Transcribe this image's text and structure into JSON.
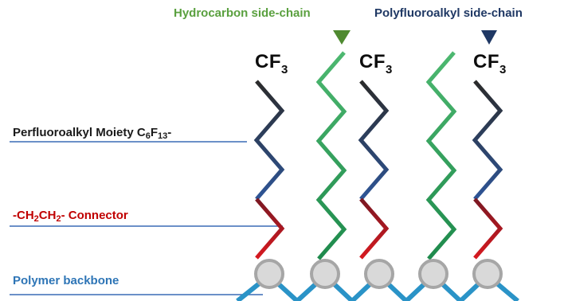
{
  "labels": {
    "hydrocarbon_side_chain": "Hydrocarbon side-chain",
    "polyfluoroalkyl_side_chain": "Polyfluoroalkyl side-chain",
    "perfluoroalkyl_moiety": {
      "text": "Perfluoroalkyl Moiety C",
      "sub1": "6",
      "mid": "F",
      "sub2": "13",
      "tail": "-"
    },
    "connector": {
      "prefix": "-CH",
      "sub1": "2",
      "mid": "CH",
      "sub2": "2",
      "tail": "- Connector"
    },
    "polymer_backbone": "Polymer backbone"
  },
  "cf3": {
    "text": "CF",
    "sub": "3"
  },
  "colors": {
    "hydrocarbon_label": "#5aa03f",
    "polyfluoroalkyl_label": "#1f3864",
    "moiety_label": "#1a1a1a",
    "connector_label": "#c00000",
    "backbone_label": "#2e75b6",
    "leader_line": "#3a6bb6",
    "backbone": "#2a93c7",
    "bead_fill": "#d9d9d9",
    "bead_stroke": "#a6a6a6",
    "fluoro_top": "#2b2b2b",
    "fluoro_bottom": "#2e5597",
    "connector_top": "#7a1822",
    "connector_bottom": "#d71920",
    "hydro_top": "#4db870",
    "hydro_bottom": "#1e8a4c",
    "arrow_green": "#4f8a30",
    "arrow_navy": "#1f3864"
  }
}
